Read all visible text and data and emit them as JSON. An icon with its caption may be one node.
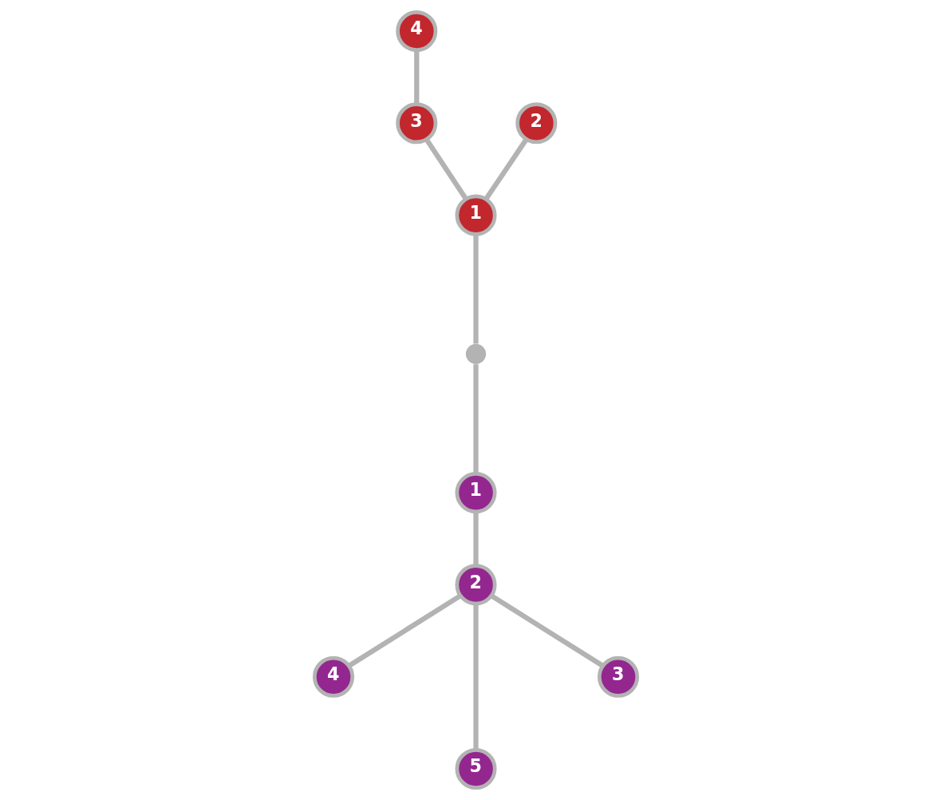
{
  "diagram": {
    "nodes": [
      {
        "text": [
          "4"
        ]
      },
      {
        "text": [
          "3"
        ]
      },
      {
        "text": [
          "2"
        ]
      },
      {
        "text": [
          "1"
        ]
      },
      {
        "text": [],
        "shape": "circle"
      },
      {
        "text": [
          "1"
        ]
      },
      {
        "text": [
          "2"
        ]
      },
      {
        "text": [
          "4"
        ]
      },
      {
        "text": [
          "5"
        ]
      },
      {
        "text": [
          "3"
        ]
      }
    ],
    "edges": [
      {
        "from": 0,
        "to": 1,
        "arrow": "none"
      },
      {
        "from": 1,
        "to": 3,
        "arrow": "none"
      },
      {
        "from": 2,
        "to": 3,
        "arrow": "none"
      },
      {
        "from": 3,
        "to": 4,
        "arrow": "none"
      },
      {
        "from": 4,
        "to": 5,
        "arrow": "none"
      },
      {
        "from": 5,
        "to": 6,
        "arrow": "none"
      },
      {
        "from": 6,
        "to": 7,
        "arrow": "none"
      },
      {
        "from": 6,
        "to": 8,
        "arrow": "none"
      },
      {
        "from": 6,
        "to": 9,
        "arrow": "none"
      }
    ]
  }
}
